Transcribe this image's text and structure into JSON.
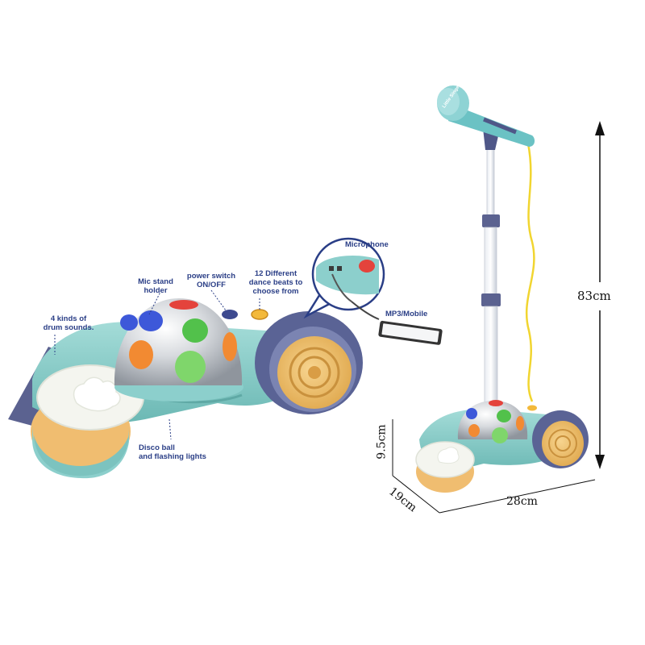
{
  "labels": {
    "drum_sounds": "4 kinds of\ndrum sounds.",
    "mic_stand_holder": "Mic stand\nholder",
    "power_switch": "power switch\nON/OFF",
    "dance_beats": "12 Different\ndance beats to\nchoose from",
    "microphone": "Microphone",
    "mp3_mobile": "MP3/Mobile",
    "disco_ball": "Disco ball\nand flashing lights"
  },
  "mic_brand": "Little Singer",
  "dimensions": {
    "height": "83cm",
    "depth_vertical": "9.5cm",
    "depth": "19cm",
    "width": "28cm"
  },
  "colors": {
    "body": "#8ccfcc",
    "body_dark": "#5fb0ad",
    "wheel_rim": "#5a6395",
    "wheel_hub": "#f3c778",
    "drum_base": "#f0bd70",
    "drum_head": "#f2f4ee",
    "disco_silver": "#c9cdd3",
    "light_red": "#e4433c",
    "light_blue": "#3d58d9",
    "light_green": "#52c14b",
    "light_orange": "#f28a32",
    "label_text": "#2a3e86",
    "cable": "#f1d530"
  }
}
